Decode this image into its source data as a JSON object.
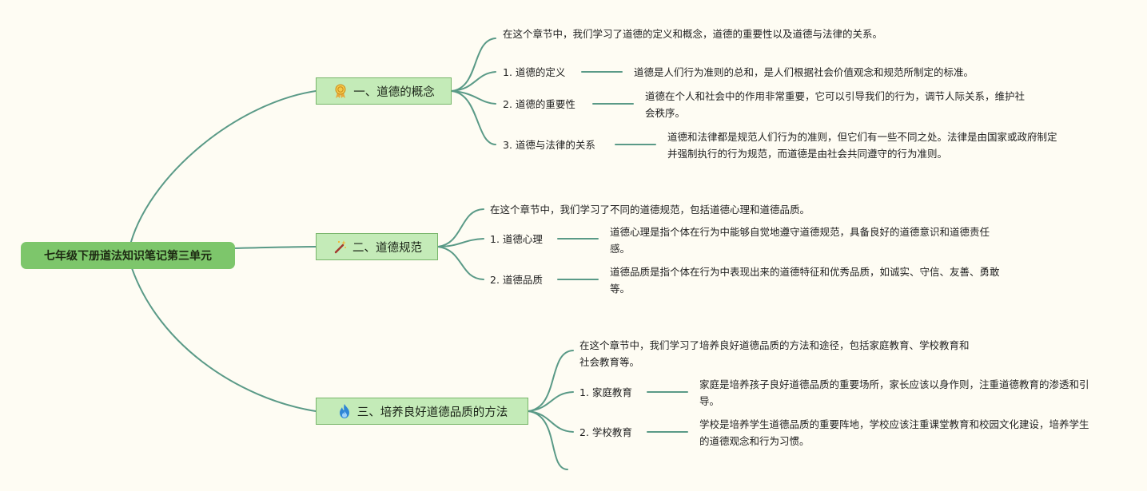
{
  "root": {
    "label": "七年级下册道法知识笔记第三单元"
  },
  "branches": [
    {
      "label": "一、道德的概念",
      "icon": "award-medal-icon",
      "summary": "在这个章节中，我们学习了道德的定义和概念，道德的重要性以及道德与法律的关系。",
      "items": [
        {
          "label": "1. 道德的定义",
          "detail": "道德是人们行为准则的总和，是人们根据社会价值观念和规范所制定的标准。"
        },
        {
          "label": "2. 道德的重要性",
          "detail": "道德在个人和社会中的作用非常重要，它可以引导我们的行为，调节人际关系，维护社会秩序。"
        },
        {
          "label": "3. 道德与法律的关系",
          "detail": "道德和法律都是规范人们行为的准则，但它们有一些不同之处。法律是由国家或政府制定并强制执行的行为规范，而道德是由社会共同遵守的行为准则。"
        }
      ]
    },
    {
      "label": "二、道德规范",
      "icon": "magic-wand-icon",
      "summary": "在这个章节中，我们学习了不同的道德规范，包括道德心理和道德品质。",
      "items": [
        {
          "label": "1. 道德心理",
          "detail": "道德心理是指个体在行为中能够自觉地遵守道德规范，具备良好的道德意识和道德责任感。"
        },
        {
          "label": "2. 道德品质",
          "detail": "道德品质是指个体在行为中表现出来的道德特征和优秀品质，如诚实、守信、友善、勇敢等。"
        }
      ]
    },
    {
      "label": "三、培养良好道德品质的方法",
      "icon": "flame-icon",
      "summary": "在这个章节中，我们学习了培养良好道德品质的方法和途径，包括家庭教育、学校教育和社会教育等。",
      "items": [
        {
          "label": "1. 家庭教育",
          "detail": "家庭是培养孩子良好道德品质的重要场所，家长应该以身作则，注重道德教育的渗透和引导。"
        },
        {
          "label": "2. 学校教育",
          "detail": "学校是培养学生道德品质的重要阵地，学校应该注重课堂教育和校园文化建设，培养学生的道德观念和行为习惯。"
        }
      ]
    }
  ]
}
